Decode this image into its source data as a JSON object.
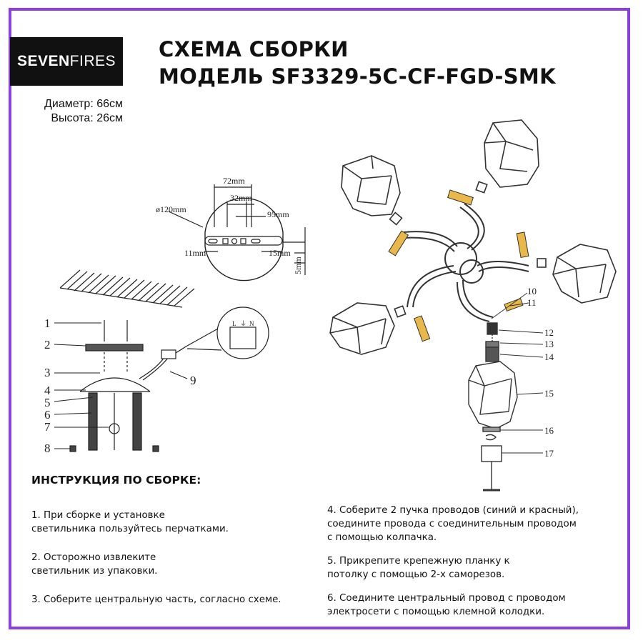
{
  "brand": {
    "logo_bold": "SEVEN",
    "logo_light": "FIRES"
  },
  "specs": {
    "diameter": "Диаметр: 66см",
    "height": "Высота: 26см"
  },
  "title": {
    "line1": "СХЕМА СБОРКИ",
    "line2": "МОДЕЛЬ SF3329-5C-CF-FGD-SMK"
  },
  "bracket_dims": {
    "d72": "72mm",
    "d32": "32mm",
    "d95": "95mm",
    "d120": "ø120mm",
    "d11": "11mm",
    "d15": "15mm",
    "d5": "5mm"
  },
  "callouts_left": [
    "1",
    "2",
    "3",
    "4",
    "5",
    "6",
    "7",
    "8",
    "9"
  ],
  "terminal_labels": [
    "L",
    "⏚",
    "N"
  ],
  "callouts_right": [
    "10",
    "11",
    "12",
    "13",
    "14",
    "15",
    "16",
    "17"
  ],
  "instructions": {
    "heading": "ИНСТРУКЦИЯ ПО СБОРКЕ:",
    "steps": [
      "1. При сборке и установке\nсветильника пользуйтесь перчатками.",
      "2. Осторожно извлеките\nсветильник из упаковки.",
      "3. Соберите центральную часть, согласно схеме.",
      "4. Соберите 2 пучка проводов (синий и красный),\nсоедините провода с соединительным проводом\nс помощью колпачка.",
      "5. Прикрепите крепежную планку к\nпотолку с помощью 2-х саморезов.",
      "6. Соедините центральный провод с проводом\nэлектросети с помощью клемной колодки."
    ]
  },
  "colors": {
    "frame": "#8a3fe0",
    "accent_gold": "#e8b94a",
    "logo_bg": "#111111"
  }
}
